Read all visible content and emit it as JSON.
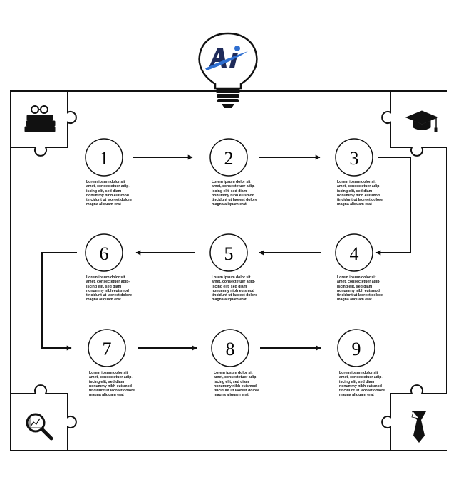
{
  "logo": {
    "letters": "AI",
    "accent": "#2f6fd0",
    "dark": "#1f2b5a"
  },
  "colors": {
    "stroke": "#111111",
    "background": "#ffffff"
  },
  "steps": [
    {
      "number": "1",
      "text": "Lorem ipsum dolor sit\namet, consectetuer adip-\niscing elit, sed diam\nnonummy nibh euismod\ntincidunt ut laoreet dolore\nmagna aliquam erat"
    },
    {
      "number": "2",
      "text": "Lorem ipsum dolor sit\namet, consectetuer adip-\niscing elit, sed diam\nnonummy nibh euismod\ntincidunt ut laoreet dolore\nmagna aliquam erat"
    },
    {
      "number": "3",
      "text": "Lorem ipsum dolor sit\namet, consectetuer adip-\niscing elit, sed diam\nnonummy nibh euismod\ntincidunt ut laoreet dolore\nmagna aliquam erat"
    },
    {
      "number": "4",
      "text": "Lorem ipsum dolor sit\namet, consectetuer adip-\niscing elit, sed diam\nnonummy nibh euismod\ntincidunt ut laoreet dolore\nmagna aliquam erat"
    },
    {
      "number": "5",
      "text": "Lorem ipsum dolor sit\namet, consectetuer adip-\niscing elit, sed diam\nnonummy nibh euismod\ntincidunt ut laoreet dolore\nmagna aliquam erat"
    },
    {
      "number": "6",
      "text": "Lorem ipsum dolor sit\namet, consectetuer adip-\niscing elit, sed diam\nnonummy nibh euismod\ntincidunt ut laoreet dolore\nmagna aliquam erat"
    },
    {
      "number": "7",
      "text": "Lorem ipsum dolor sit\namet, consectetuer adip-\niscing elit, sed diam\nnonummy nibh euismod\ntincidunt ut laoreet dolore\nmagna aliquam erat"
    },
    {
      "number": "8",
      "text": "Lorem ipsum dolor sit\namet, consectetuer adip-\niscing elit, sed diam\nnonummy nibh euismod\ntincidunt ut laoreet dolore\nmagna aliquam erat"
    },
    {
      "number": "9",
      "text": "Lorem ipsum dolor sit\namet, consectetuer adip-\niscing elit, sed diam\nnonummy nibh euismod\ntincidunt ut laoreet dolore\nmagna aliquam erat"
    }
  ],
  "corner_icons": {
    "top_left": "books-glasses-icon",
    "top_right": "graduation-cap-icon",
    "bottom_left": "magnifier-chart-icon",
    "bottom_right": "necktie-icon"
  }
}
